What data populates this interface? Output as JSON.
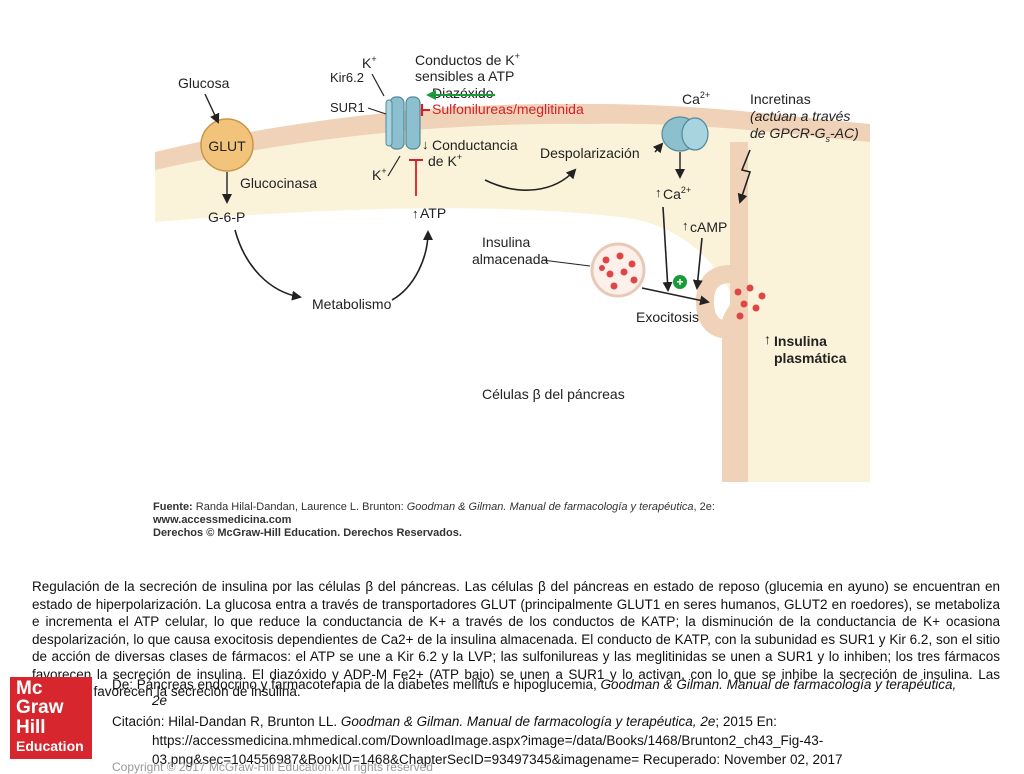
{
  "figure": {
    "glucose": "Glucosa",
    "glut": "GLUT",
    "glucokinase": "Glucocinasa",
    "g6p": "G-6-P",
    "metabolism": "Metabolismo",
    "atp": "ATP",
    "kir": "Kir6.2",
    "sur": "SUR1",
    "k_top": "K",
    "k_bottom": "K",
    "plus": "+",
    "channel_title_1": "Conductos de K",
    "channel_title_2": "sensibles a ATP",
    "diazoxide": "Diazóxido",
    "sulfonylureas": "Sulfonilureas/meglitinida",
    "k_conductance_1": "Conductancia",
    "k_conductance_2": "de K",
    "depolarization": "Despolarización",
    "ca_top": "Ca",
    "ca_mid": "Ca",
    "two_plus": "2+",
    "incretins_1": "Incretinas",
    "incretins_2": "(actúan a través",
    "incretins_3": "de GPCR-G",
    "incretins_sub": "s",
    "incretins_4": "-AC)",
    "camp": "cAMP",
    "stored_insulin_1": "Insulina",
    "stored_insulin_2": "almacenada",
    "exocytosis": "Exocitosis",
    "plasma_insulin_1": "Insulina",
    "plasma_insulin_2": "plasmática",
    "cell_label_1": "Células ",
    "cell_label_2": "β",
    "cell_label_3": " del páncreas",
    "source_1_label": "Fuente: ",
    "source_1_text": "Randa Hilal-Dandan, Laurence L. Brunton: ",
    "source_1_book": "Goodman & Gilman. Manual de farmacología y terapéutica",
    "source_1_end": ", 2e:",
    "source_2": "www.accessmedicina.com",
    "source_3": "Derechos © McGraw-Hill Education. Derechos Reservados.",
    "colors": {
      "cytoplasm": "#fbf3d9",
      "membrane": "#efd2b8",
      "glut": "#f2c37b",
      "channel": "#8cc0cf",
      "green": "#1a9b3a",
      "red": "#d61f26"
    }
  },
  "caption": " Regulación de la secreción de insulina por las células β del páncreas. Las células β del páncreas en estado de reposo (glucemia en ayuno) se encuentran en estado de hiperpolarización. La glucosa entra a través de transportadores GLUT (principalmente GLUT1 en seres humanos, GLUT2 en roedores), se metaboliza e incrementa el ATP celular, lo que reduce la conductancia de K+ a través de los conductos de KATP; la disminución de la conductancia de K+ ocasiona despolarización, lo que causa exocitosis dependientes de Ca2+ de la insulina almacenada. El conducto de KATP, con la subunidad es SUR1 y Kir 6.2, son el sitio de acción de diversas clases de fármacos: el ATP se une a Kir 6.2 y la LVP; las sulfonilureas y las meglitinidas se unen a SUR1 y lo inhiben; los tres fármacos favorecen la secreción de insulina. El diazóxido y ADP-M Fe2+ (ATP bajo) se unen a SUR1 y lo activan, con lo que se inhibe la secreción de insulina. Las incretinas favorecen la secreción de insulina.",
  "from_line_1": "De: Páncreas endocrino y farmacoterapia de la diabetes mellitus e hipoglucemia, ",
  "from_line_book": "Goodman & Gilman. Manual de farmacología y terapéutica,",
  "from_line_2": "2e",
  "citation_label": "Citación: Hilal-Dandan R, Brunton LL. ",
  "citation_book": "Goodman & Gilman. Manual de farmacología y terapéutica, 2e",
  "citation_rest": "; 2015 En:",
  "citation_url_1": "https://accessmedicina.mhmedical.com/DownloadImage.aspx?image=/data/Books/1468/Brunton2_ch43_Fig-43-",
  "citation_url_2": "03.png&sec=104556987&BookID=1468&ChapterSecID=93497345&imagename= Recuperado: November 02, 2017",
  "copyright": "Copyright © 2017 McGraw-Hill Education. All rights reserved",
  "logo": {
    "line1": "Mc",
    "line2": "Graw",
    "line3": "Hill",
    "line4": "Education"
  }
}
